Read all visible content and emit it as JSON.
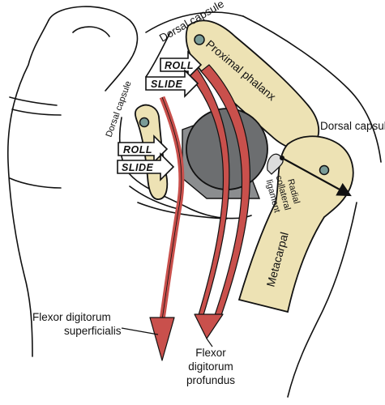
{
  "labels": {
    "dorsal_capsule_top": "Dorsal capsule",
    "dorsal_capsule_left": "Dorsal capsule",
    "dorsal_capsule_right": "Dorsal capsule",
    "proximal_phalanx": "Proximal phalanx",
    "metacarpal": "Metacarpal",
    "radial_collateral_ligament": [
      "Radial",
      "collateral",
      "ligament"
    ],
    "roll_upper": "ROLL",
    "slide_upper": "SLIDE",
    "roll_lower": "ROLL",
    "slide_lower": "SLIDE",
    "fds": [
      "Flexor digitorum",
      "superficialis"
    ],
    "fdp": [
      "Flexor",
      "digitorum",
      "profundus"
    ]
  },
  "colors": {
    "bone": "#ede2b4",
    "tendon": "#c9504c",
    "hub": "#6c6e70",
    "outline": "#111111",
    "pin": "#7a9c98"
  }
}
